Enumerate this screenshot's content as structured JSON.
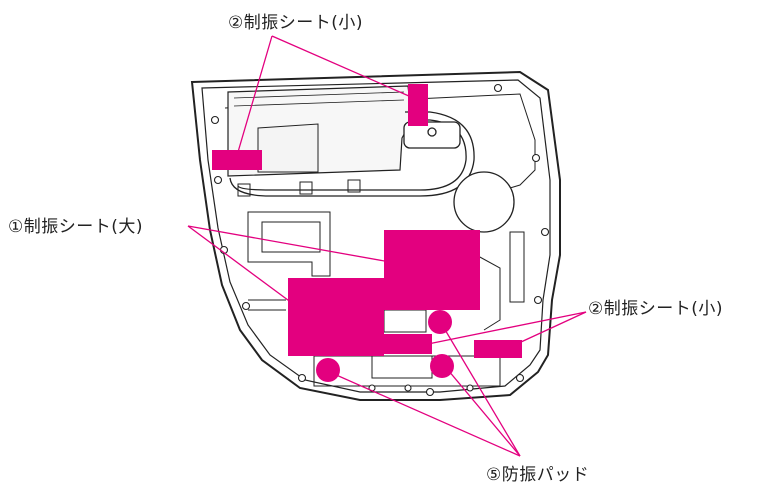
{
  "labels": {
    "small_sheet_top": "②制振シート(小)",
    "large_sheet": "①制振シート(大)",
    "small_sheet_right": "②制振シート(小)",
    "damping_pad": "⑤防振パッド"
  },
  "colors": {
    "accent": "#e3007f",
    "line": "#222222",
    "leader": "#e3007f",
    "background": "#ffffff",
    "panel_fill": "#ffffff",
    "window_fill": "#f7f7f7"
  }
}
